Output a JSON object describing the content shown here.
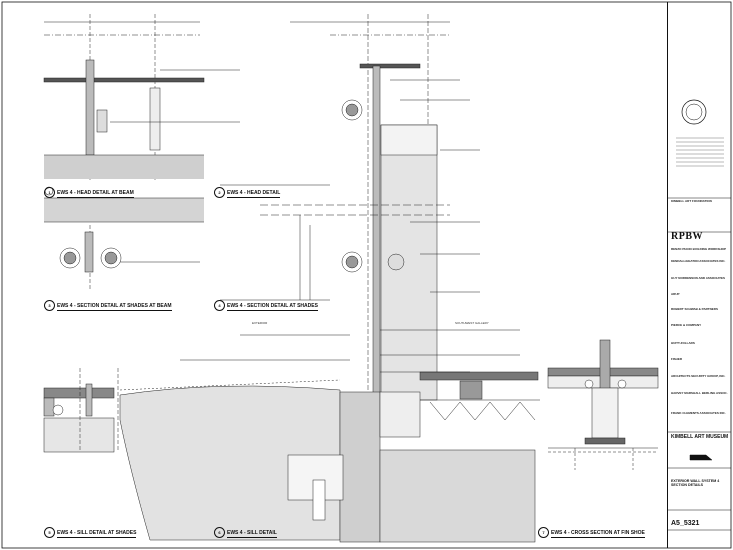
{
  "detail_titles": [
    {
      "num": "1",
      "title": "EWS 4 - HEAD DETAIL AT BEAM"
    },
    {
      "num": "2",
      "title": "EWS 4 - HEAD DETAIL"
    },
    {
      "num": "3",
      "title": "EWS 4 - SECTION DETAIL AT SHADES AT BEAM"
    },
    {
      "num": "4",
      "title": "EWS 4 - SECTION DETAIL AT SHADES"
    },
    {
      "num": "5",
      "title": "EWS 4 - SILL DETAIL AT SHADES"
    },
    {
      "num": "6",
      "title": "EWS 4 - SILL DETAIL"
    },
    {
      "num": "7",
      "title": "EWS 4 - CROSS SECTION AT FIN SHOE"
    }
  ],
  "section_tags": {
    "exterior": "EXTERIOR",
    "interior": "SOUTHWEST GALLERY"
  },
  "title_block": {
    "client": "KIMBELL ART FOUNDATION",
    "architect": "RPBW",
    "architect_sub": "RENZO PIANO BUILDING WORKSHOP",
    "consultants": [
      "KENDALL/HEATON ASSOCIATES INC.",
      "GUY NORDENSON AND ASSOCIATES",
      "ARUP",
      "ROBERT SCHWAB & PARTNERS",
      "PIERCE & COMPANY",
      "HUITT-ZOLLARS",
      "FISHER",
      "ARCHITECTS SECURITY GROUP, INC.",
      "HARVEY MARSHALL BERLING ASSOC.",
      "FRANK CLEMENTS ASSOCIATES INC."
    ],
    "project": "KIMBELL ART MUSEUM",
    "sheet_title": "EXTERIOR WALL SYSTEM 4 SECTION DETAILS",
    "sheet_number": "A5_5321"
  }
}
